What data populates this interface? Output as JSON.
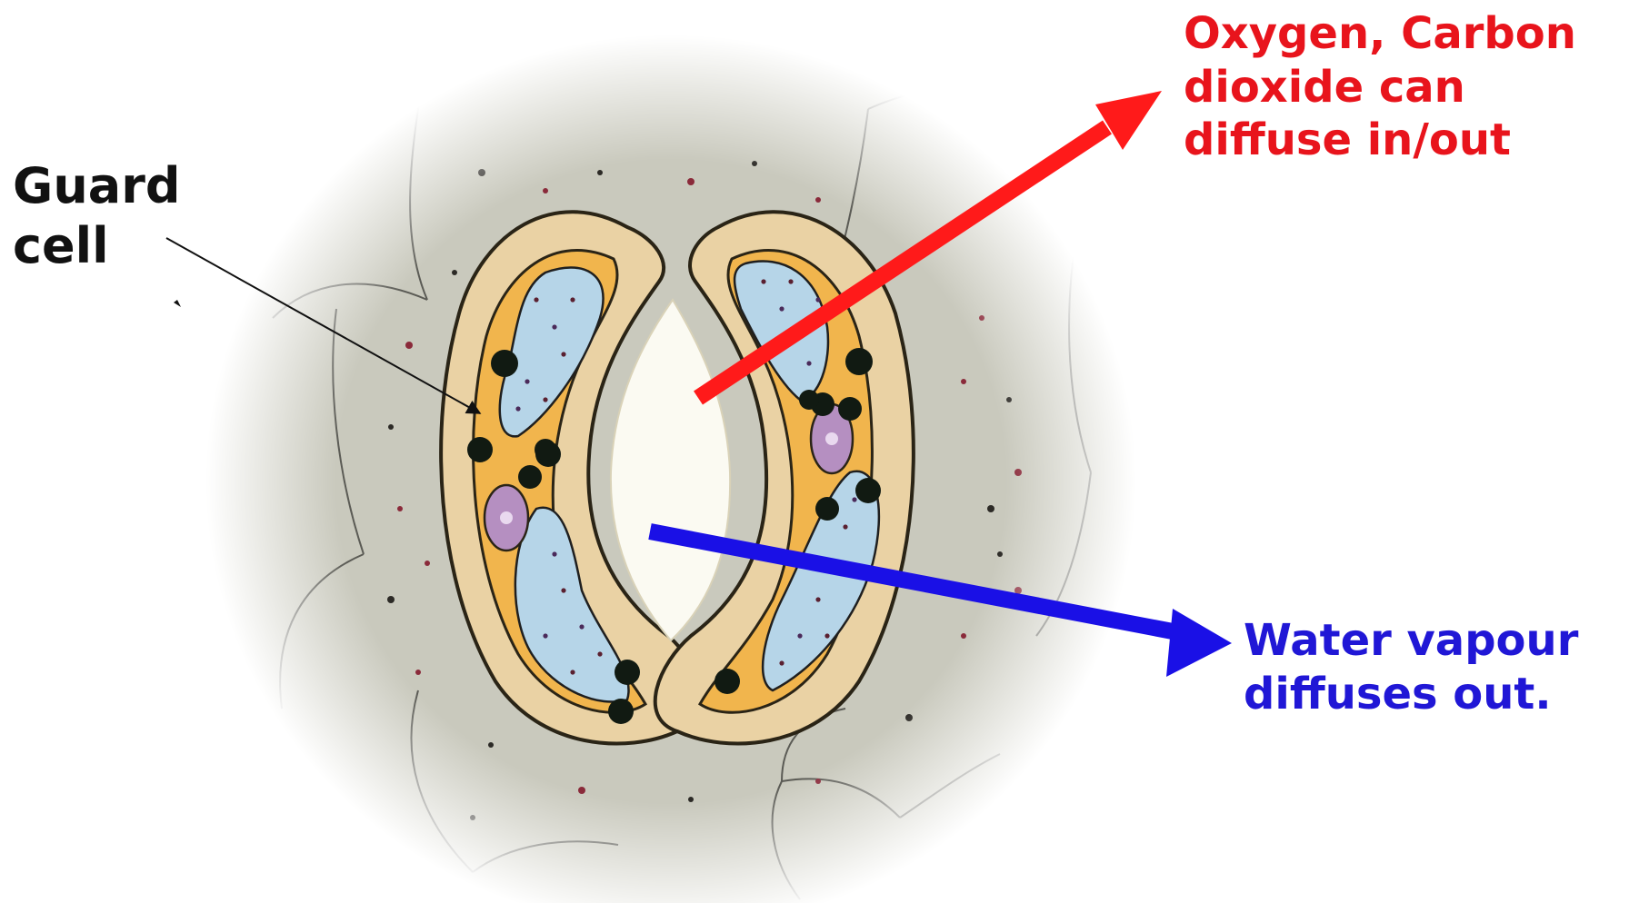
{
  "labels": {
    "guard_cell": [
      "Guard",
      "cell"
    ],
    "gas_exchange": [
      "Oxygen, Carbon",
      "dioxide can",
      "diffuse in/out"
    ],
    "water_vapour": [
      "Water vapour",
      "diffuses out."
    ]
  },
  "colors": {
    "background": "#ffffff",
    "epidermis": "#c9c9bd",
    "cell_outline": "#5b5b55",
    "guard_cell_wall": "#ead2a4",
    "guard_cell_cytoplasm": "#f1b54d",
    "vacuole": "#b6d5e8",
    "nucleus": "#b58fc1",
    "chloroplast": "#111a12",
    "pore": "#fbfaf2",
    "gas_arrow": "#ff1a1a",
    "gas_text": "#e8141c",
    "water_arrow": "#1a10e6",
    "water_text": "#2017d6",
    "pointer": "#111111"
  },
  "icons": {
    "gas_arrow": "red-arrow-icon",
    "water_arrow": "blue-arrow-icon",
    "pointer": "thin-pointer-arrow-icon"
  }
}
